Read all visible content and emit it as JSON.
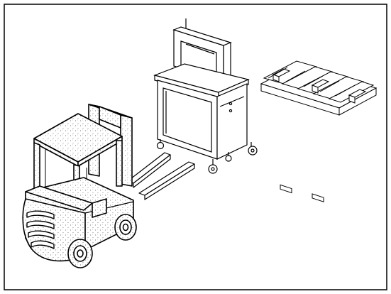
{
  "figure": {
    "parts": [
      {
        "name": "forklift",
        "icon": "forklift-icon"
      },
      {
        "name": "strapping-machine",
        "icon": "strapping-machine-icon"
      },
      {
        "name": "pallet",
        "icon": "pallet-icon"
      }
    ],
    "colors": {
      "line": "#000000",
      "background": "#ffffff",
      "stipple": "#555555"
    }
  }
}
